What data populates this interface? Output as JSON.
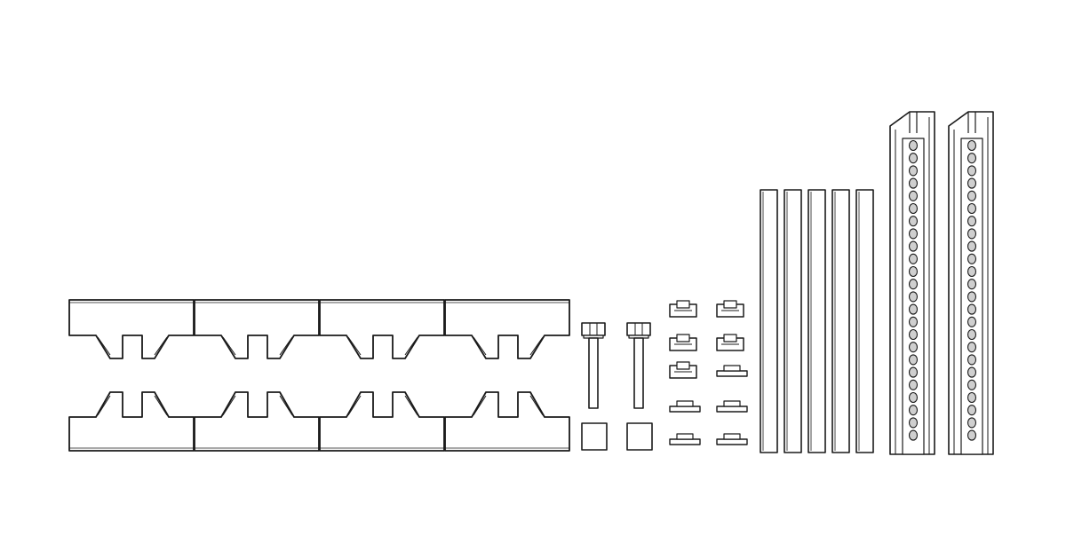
{
  "image": {
    "background": "#ffffff",
    "line_color": "#1a1a1a",
    "fill_color": "#ffffff",
    "accent_fill": "#cfcfcf"
  },
  "components": {
    "clamp_blocks_upper_count": 4,
    "clamp_blocks_lower_count": 4,
    "bolts_count": 2,
    "square_washers_count": 2,
    "nuts_left_column_count": 5,
    "nuts_right_column_count": 5,
    "flat_bars_count": 5,
    "slotted_channels_count": 2
  }
}
